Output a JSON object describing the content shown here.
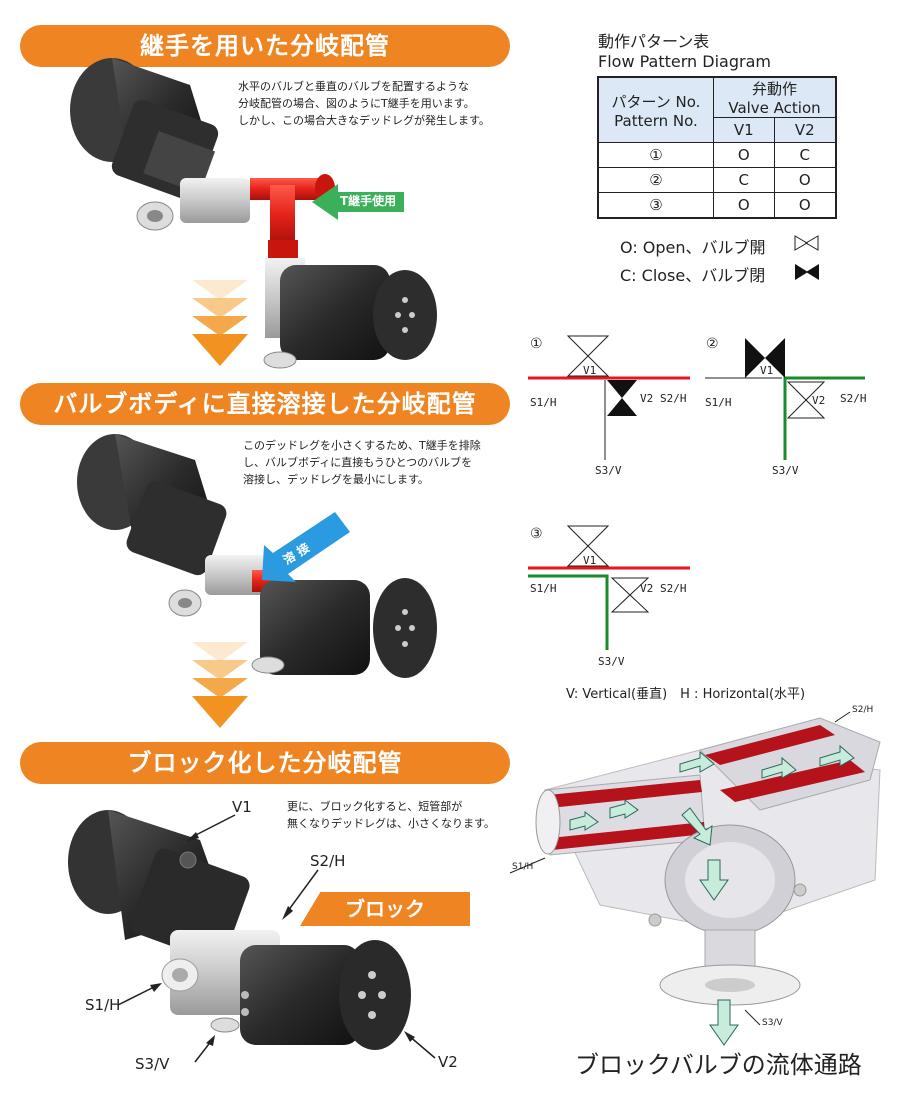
{
  "sections": [
    {
      "title": "継手を用いた分岐配管",
      "description": "水平のバルブと垂直のバルブを配置するような\n分岐配管の場合、図のようにT継手を用います。\nしかし、この場合大きなデッドレグが発生します。",
      "arrow_label": "T継手使用"
    },
    {
      "title": "バルブボディに直接溶接した分岐配管",
      "description": "このデッドレグを小さくするため、T継手を排除\nし、バルブボディに直接もうひとつのバルブを\n溶接し、デッドレグを最小にします。",
      "arrow_label": "溶 接"
    },
    {
      "title": "ブロック化した分岐配管",
      "description": "更に、ブロック化すると、短管部が\n無くなりデッドレグは、小さくなります。",
      "arrow_label": "ブロック",
      "labels": {
        "v1": "V1",
        "s2h": "S2/H",
        "s1h": "S1/H",
        "s3v": "S3/V",
        "v2": "V2"
      }
    }
  ],
  "table": {
    "title_jp": "動作パターン表",
    "title_en": "Flow Pattern Diagram",
    "pattern_header_jp": "パターン No.",
    "pattern_header_en": "Pattern No.",
    "action_header_jp": "弁動作",
    "action_header_en": "Valve Action",
    "col_v1": "V1",
    "col_v2": "V2",
    "rows": [
      {
        "no": "①",
        "v1": "O",
        "v2": "C"
      },
      {
        "no": "②",
        "v1": "C",
        "v2": "O"
      },
      {
        "no": "③",
        "v1": "O",
        "v2": "O"
      }
    ],
    "legend_open": "O: Open、バルブ開",
    "legend_close": "C: Close、バルブ閉"
  },
  "diagrams": [
    {
      "num": "①",
      "v1": "V1",
      "v2": "V2",
      "s1": "S1/H",
      "s2": "S2/H",
      "s3": "S3/V"
    },
    {
      "num": "②",
      "v1": "V1",
      "v2": "V2",
      "s1": "S1/H",
      "s2": "S2/H",
      "s3": "S3/V"
    },
    {
      "num": "③",
      "v1": "V1",
      "v2": "V2",
      "s1": "S1/H",
      "s2": "S2/H",
      "s3": "S3/V"
    }
  ],
  "vh_note": "V: Vertical(垂直)　H : Horizontal(水平)",
  "block_valve": {
    "caption": "ブロックバルブの流体通路",
    "s1h": "S1/H",
    "s2h": "S2/H",
    "s3v": "S3/V"
  },
  "colors": {
    "banner": "#ee8522",
    "open_line": "#e8141e",
    "alt_line": "#1a8a2a",
    "arrow_green": "#3ab05a",
    "arrow_blue": "#2a9be0",
    "section_red": "#b5121b"
  }
}
